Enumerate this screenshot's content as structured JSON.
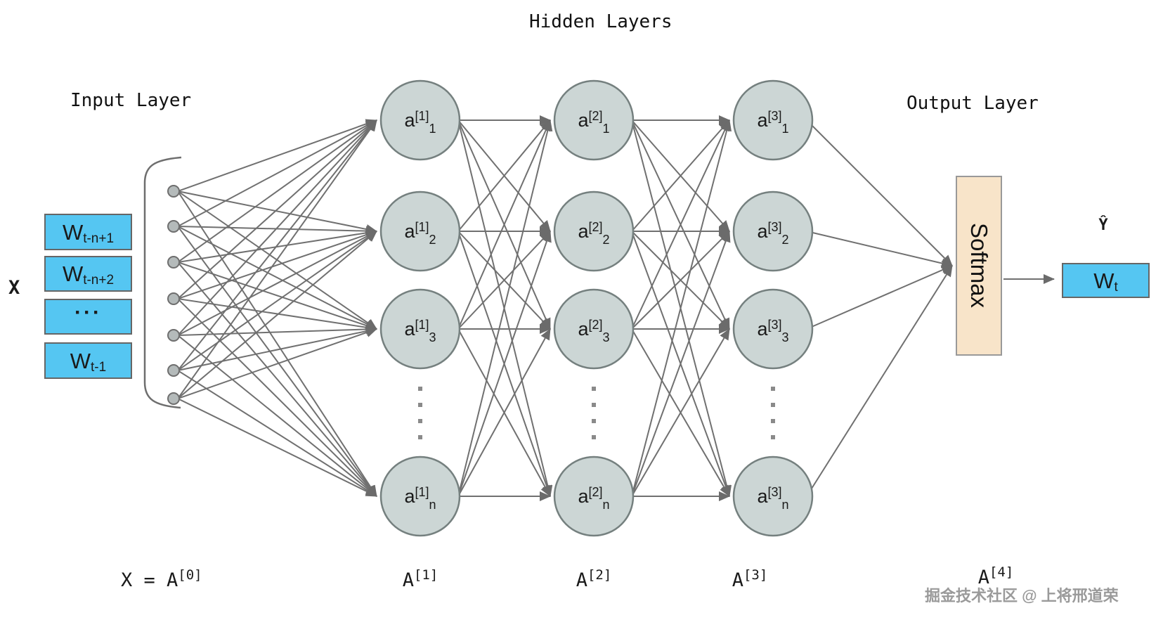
{
  "titles": {
    "input": "Input Layer",
    "hidden": "Hidden Layers",
    "output": "Output Layer"
  },
  "input": {
    "x_label": "X",
    "boxes": [
      {
        "base": "W",
        "sub": "t-n+1"
      },
      {
        "base": "W",
        "sub": "t-n+2"
      },
      {
        "base": "···",
        "sub": ""
      },
      {
        "base": "W",
        "sub": "t-1"
      }
    ]
  },
  "node_base": "a",
  "layers": [
    {
      "sup": "[1]",
      "subs": [
        "1",
        "2",
        "3",
        "n"
      ],
      "bottom": {
        "base": "A",
        "sup": "[1]"
      }
    },
    {
      "sup": "[2]",
      "subs": [
        "1",
        "2",
        "3",
        "n"
      ],
      "bottom": {
        "base": "A",
        "sup": "[2]"
      }
    },
    {
      "sup": "[3]",
      "subs": [
        "1",
        "2",
        "3",
        "n"
      ],
      "bottom": {
        "base": "A",
        "sup": "[3]"
      }
    }
  ],
  "bottom": {
    "eq": {
      "base": "X = A",
      "sup": "[0]"
    },
    "a4": {
      "base": "A",
      "sup": "[4]"
    }
  },
  "output": {
    "softmax": "Softmax",
    "y_hat": "Ŷ",
    "w_box": {
      "base": "W",
      "sub": "t"
    }
  },
  "watermark": "掘金技术社区 @ 上将邢道荣",
  "colors": {
    "box_blue": "#55c6f2",
    "box_border": "#666666",
    "node_fill": "#ccd6d5",
    "node_stroke": "#75807f",
    "edge": "#707070",
    "softmax_fill": "#f8e4c9",
    "softmax_stroke": "#999999",
    "input_dot_fill": "#b4baba",
    "ellipsis_dot": "#8a8a8a",
    "text": "#1a1a1a",
    "watermark": "#9a9a9a"
  }
}
